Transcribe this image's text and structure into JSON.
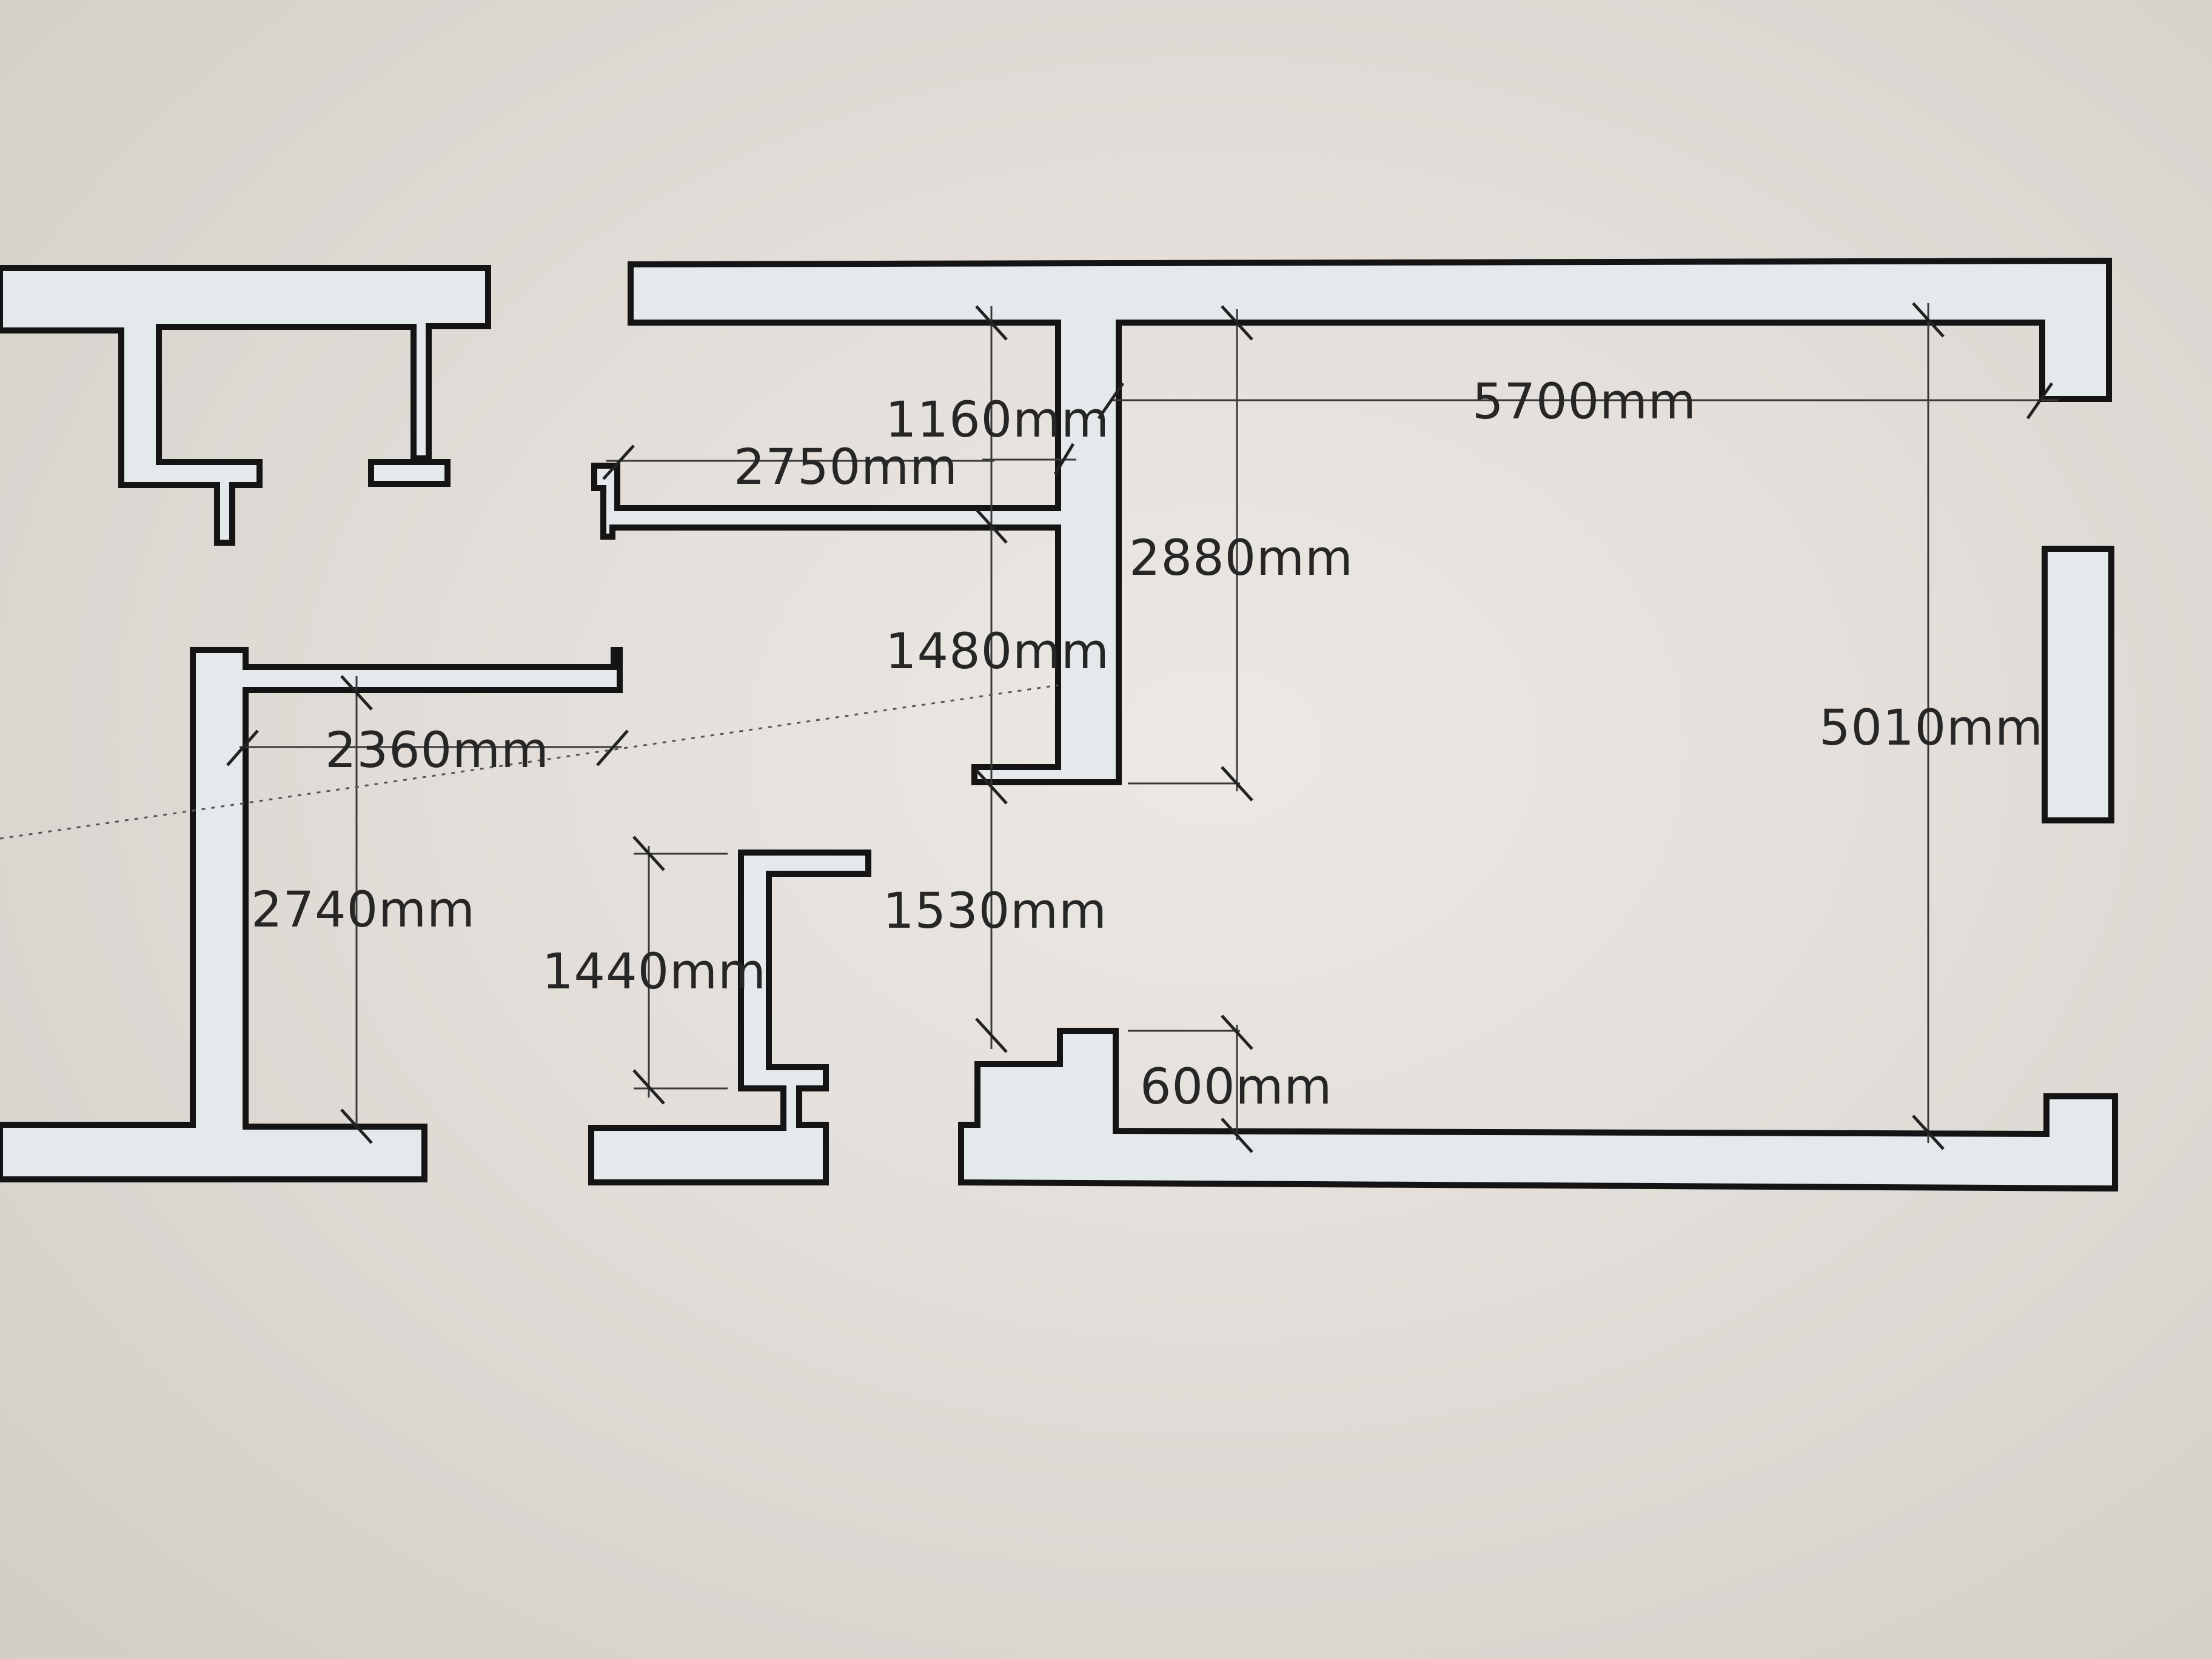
{
  "drawing": {
    "dimensions": {
      "d5700": "5700mm",
      "d2880": "2880mm",
      "d5010": "5010mm",
      "d1160": "1160mm",
      "d2750": "2750mm",
      "d1480": "1480mm",
      "d2360": "2360mm",
      "d2740": "2740mm",
      "d1440": "1440mm",
      "d1530": "1530mm",
      "d600": "600mm"
    }
  },
  "colors": {
    "wall_fill": "#e4e9ec",
    "wall_stroke": "#141414",
    "background": "#e2ddd8"
  }
}
